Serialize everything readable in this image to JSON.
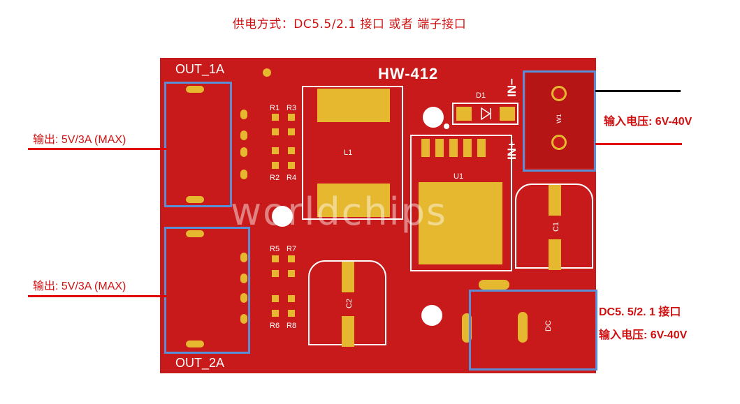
{
  "header": {
    "title": "供电方式：DC5.5/2.1 接口  或者  端子接口"
  },
  "board": {
    "model": "HW-412",
    "out1_label": "OUT_1A",
    "out2_label": "OUT_2A",
    "in_minus": "IN−",
    "in_plus": "IN+",
    "d1": "D1",
    "l1": "L1",
    "u1": "U1",
    "c1": "C1",
    "c2": "C2",
    "dc": "DC",
    "w1": "W1",
    "resistors": [
      "R1",
      "R3",
      "R2",
      "R4",
      "R5",
      "R7",
      "R6",
      "R8"
    ],
    "watermark": "worldchips"
  },
  "annotations": {
    "output_top": "输出: 5V/3A (MAX)",
    "output_bottom": "输出: 5V/3A (MAX)",
    "input_terminal": "输入电压: 6V-40V",
    "dc_jack_line1": "DC5. 5/2. 1 接口",
    "dc_jack_line2": "输入电压: 6V-40V"
  },
  "colors": {
    "board": "#c81a1a",
    "pad": "#e6b830",
    "highlight_box": "#5a8fd6",
    "annotation": "#d01010"
  }
}
